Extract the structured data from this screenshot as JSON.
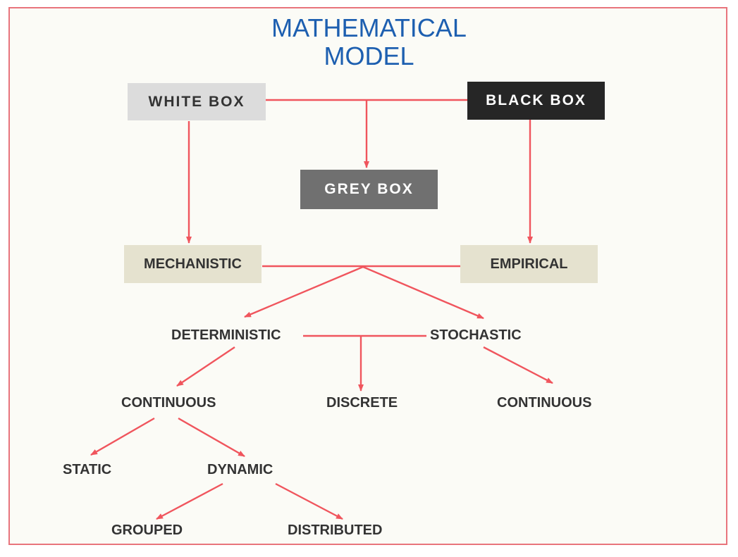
{
  "title": {
    "line1": "MATHEMATICAL",
    "line2": "MODEL"
  },
  "nodes": {
    "white_box": "WHITE BOX",
    "black_box": "BLACK BOX",
    "grey_box": "GREY BOX",
    "mechanistic": "MECHANISTIC",
    "empirical": "EMPIRICAL",
    "deterministic": "DETERMINISTIC",
    "stochastic": "STOCHASTIC",
    "continuous_left": "CONTINUOUS",
    "discrete": "DISCRETE",
    "continuous_right": "CONTINUOUS",
    "static": "STATIC",
    "dynamic": "DYNAMIC",
    "grouped": "GROUPED",
    "distributed": "DISTRIBUTED"
  },
  "colors": {
    "connector": "#f0555d",
    "title": "#1d5fb0",
    "border": "#e8747c"
  }
}
